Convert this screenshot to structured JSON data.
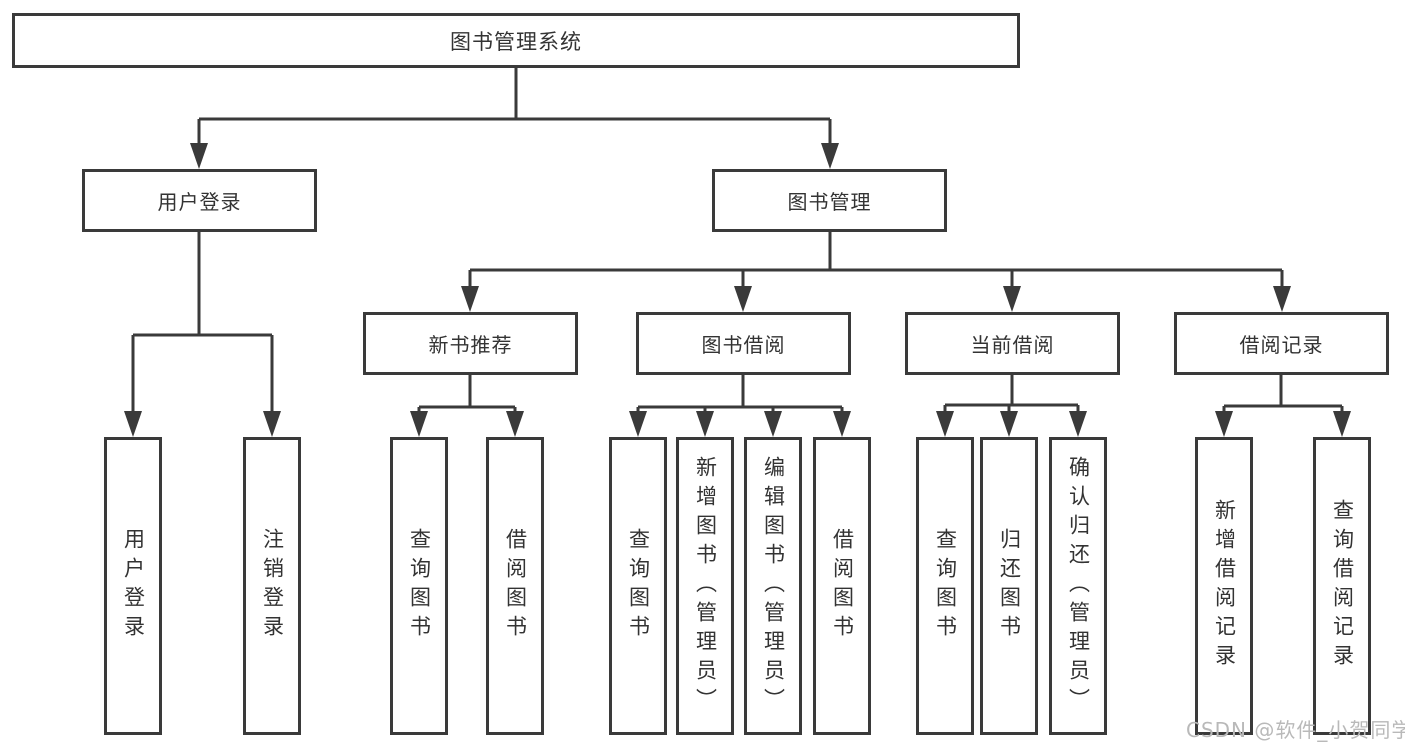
{
  "colors": {
    "line": "#3a3a3a",
    "text": "#333333",
    "watermark": "#b9b9b9",
    "background": "#ffffff"
  },
  "tree": {
    "root": {
      "label": "图书管理系统"
    },
    "user_login": {
      "label": "用户登录",
      "children": [
        "用户登录",
        "注销登录"
      ]
    },
    "book_management": {
      "label": "图书管理"
    },
    "new_book_recommend": {
      "label": "新书推荐",
      "children": [
        "查询图书",
        "借阅图书"
      ]
    },
    "book_borrow": {
      "label": "图书借阅",
      "children": [
        "查询图书",
        "新增图书（管理员）",
        "编辑图书（管理员）",
        "借阅图书"
      ]
    },
    "current_borrow": {
      "label": "当前借阅",
      "children": [
        "查询图书",
        "归还图书",
        "确认归还（管理员）"
      ]
    },
    "borrow_records": {
      "label": "借阅记录",
      "children": [
        "新增借阅记录",
        "查询借阅记录"
      ]
    }
  },
  "watermark": {
    "label": "CSDN @软件_小贺同学"
  }
}
